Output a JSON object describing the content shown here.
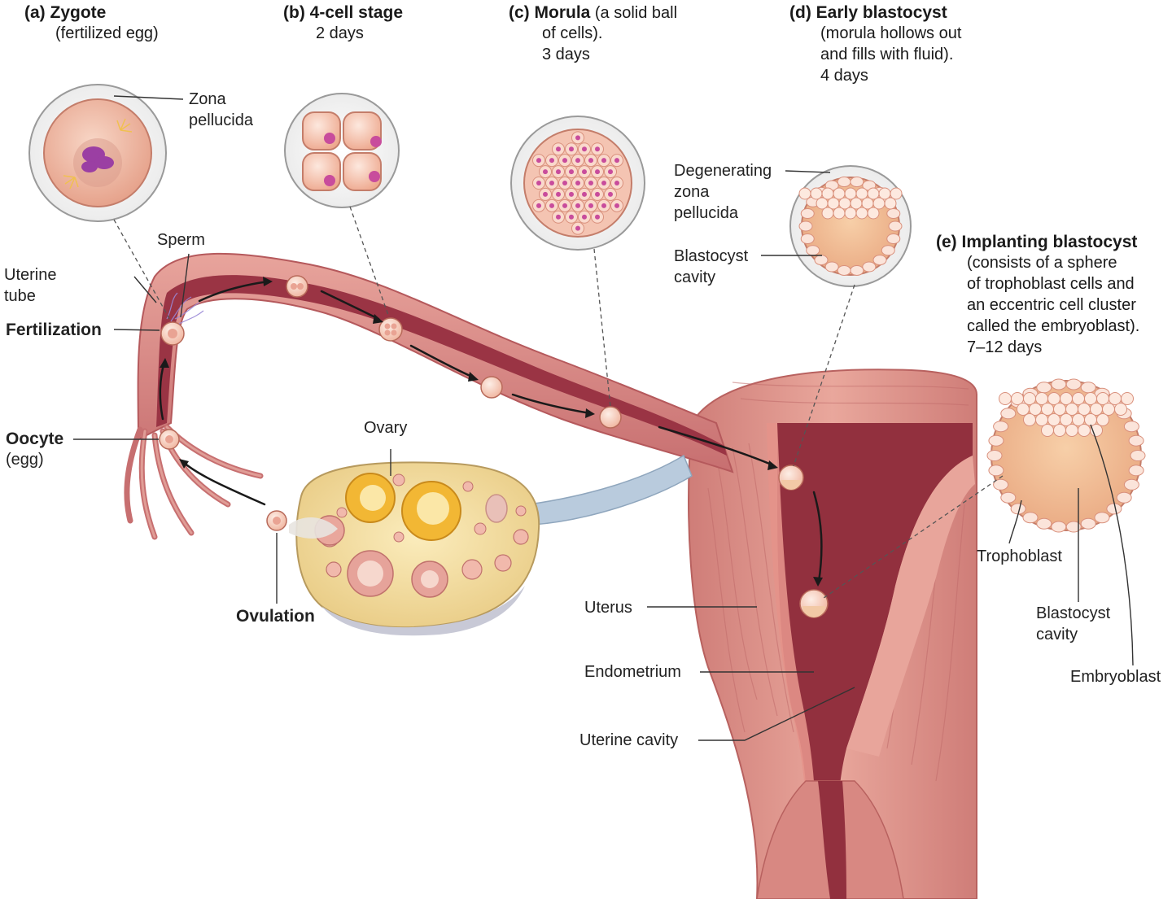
{
  "stages": {
    "a": {
      "head": "(a) Zygote",
      "lines": [
        "(fertilized egg)"
      ]
    },
    "b": {
      "head": "(b) 4-cell stage",
      "lines": [
        "2 days"
      ]
    },
    "c": {
      "head": "(c) Morula",
      "head_rest": " (a solid ball",
      "lines": [
        "of cells).",
        "3 days"
      ]
    },
    "d": {
      "head": "(d) Early blastocyst",
      "lines": [
        "(morula hollows out",
        "and fills with fluid).",
        "4 days"
      ]
    },
    "e": {
      "head": "(e) Implanting blastocyst",
      "lines": [
        "(consists of a sphere",
        "of trophoblast cells and",
        "an eccentric cell cluster",
        "called the embryoblast).",
        "7–12 days"
      ]
    }
  },
  "labels": {
    "zona_pellucida": [
      "Zona",
      "pellucida"
    ],
    "sperm": "Sperm",
    "uterine_tube": [
      "Uterine",
      "tube"
    ],
    "fertilization": "Fertilization",
    "oocyte": "Oocyte",
    "oocyte_sub": "(egg)",
    "ovary": "Ovary",
    "ovulation": "Ovulation",
    "degenerating_zona": [
      "Degenerating",
      "zona",
      "pellucida"
    ],
    "blastocyst_cavity_d": [
      "Blastocyst",
      "cavity"
    ],
    "uterus": "Uterus",
    "endometrium": "Endometrium",
    "uterine_cavity": "Uterine cavity",
    "trophoblast": "Trophoblast",
    "blastocyst_cavity_e": [
      "Blastocyst",
      "cavity"
    ],
    "embryoblast": "Embryoblast"
  },
  "colors": {
    "tissue": "#d98a8a",
    "tissue_dark": "#a8404a",
    "lumen": "#8c2a3a",
    "cell": "#f6d2c2",
    "nucleus": "#c84c9c",
    "follicle": "#f0b030",
    "ovary": "#f3e0a6",
    "ligament": "#b7c9dc"
  }
}
